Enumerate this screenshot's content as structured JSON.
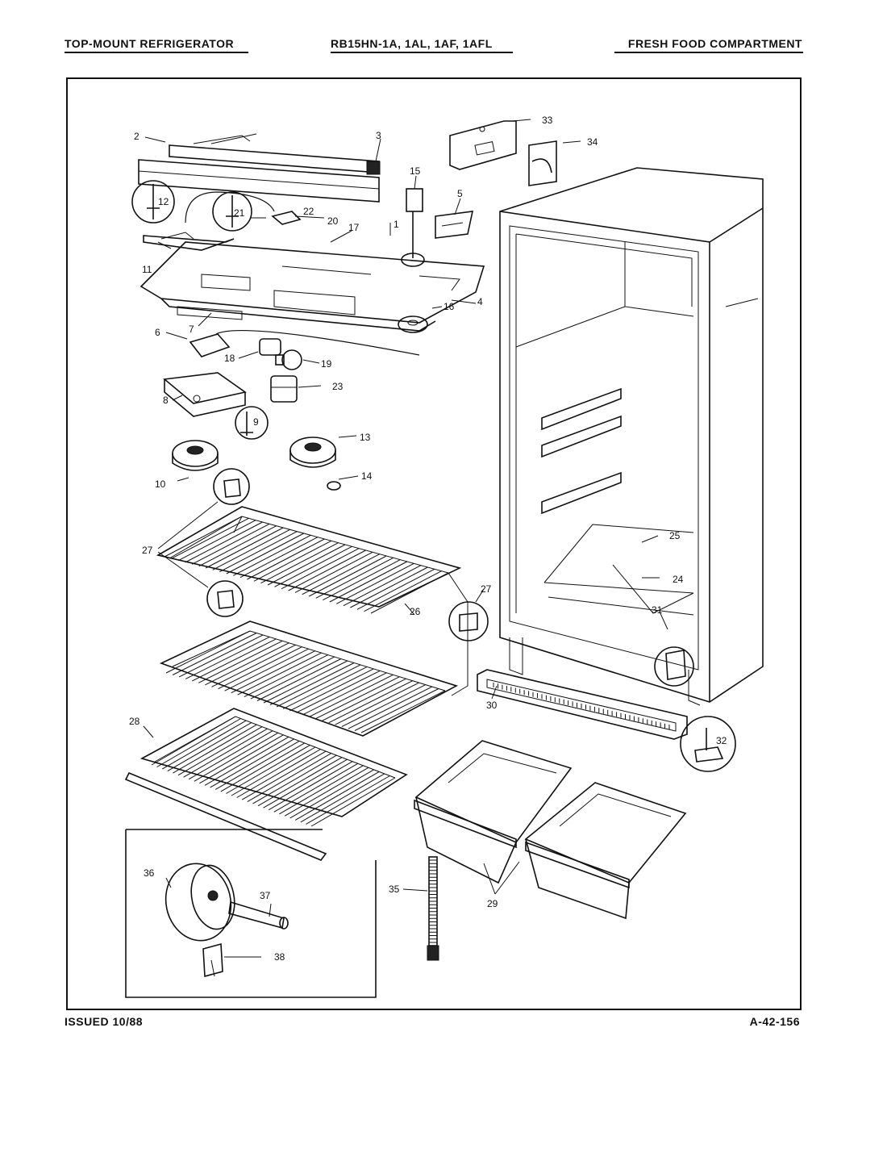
{
  "header": {
    "left": "TOP-MOUNT REFRIGERATOR",
    "middle": "RB15HN-1A, 1AL, 1AF, 1AFL",
    "right": "FRESH FOOD COMPARTMENT"
  },
  "footer": {
    "left": "ISSUED 10/88",
    "right": "A-42-156"
  },
  "callouts": {
    "c1": "1",
    "c2": "2",
    "c3": "3",
    "c4": "4",
    "c5": "5",
    "c6": "6",
    "c7": "7",
    "c8": "8",
    "c9": "9",
    "c10": "10",
    "c11": "11",
    "c12": "12",
    "c13": "13",
    "c14": "14",
    "c15": "15",
    "c16": "16",
    "c17": "17",
    "c18": "18",
    "c19": "19",
    "c20": "20",
    "c21": "21",
    "c22": "22",
    "c23": "23",
    "c24": "24",
    "c25": "25",
    "c26": "26",
    "c27a": "27",
    "c27b": "27",
    "c28": "28",
    "c29": "29",
    "c30": "30",
    "c31": "31",
    "c32": "32",
    "c33": "33",
    "c34": "34",
    "c35": "35",
    "c36": "36",
    "c37": "37",
    "c38": "38"
  }
}
